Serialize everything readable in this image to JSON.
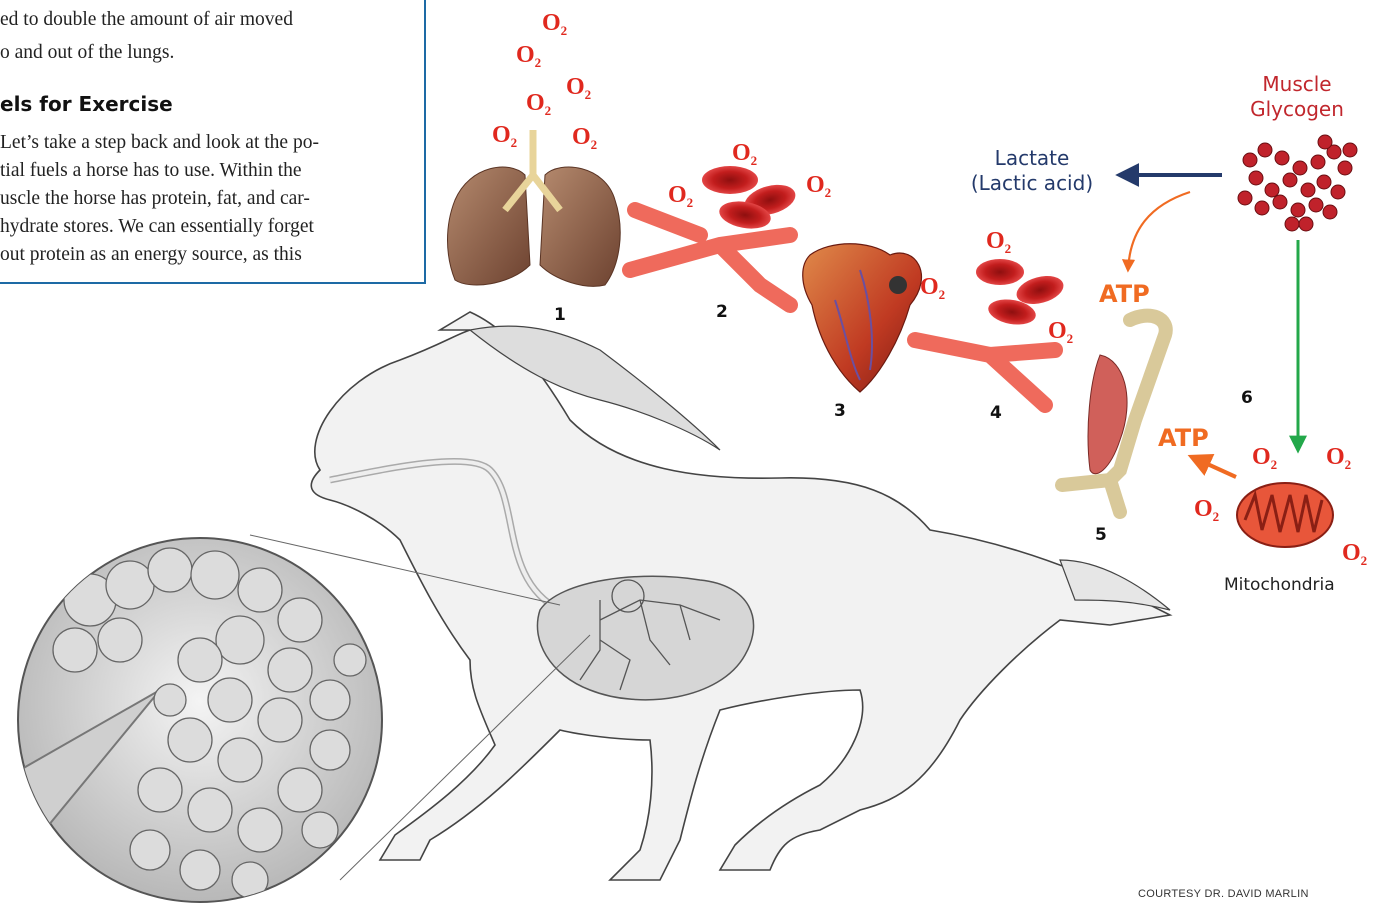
{
  "article": {
    "lines": [
      "ed to double the amount of air moved",
      "o and out of the lungs."
    ],
    "heading": "els for Exercise",
    "body": [
      "Let’s take a step back and look at the po-",
      "tial fuels a horse has to use. Within the",
      "uscle the horse has protein, fat, and car-",
      "hydrate stores. We can essentially forget",
      "out protein as an energy source, as this"
    ]
  },
  "diagram": {
    "step_labels": [
      "1",
      "2",
      "3",
      "4",
      "5",
      "6"
    ],
    "oxygen_label": "O",
    "oxygen_subscript": "2",
    "lactate": [
      "Lactate",
      "(Lactic acid)"
    ],
    "glycogen": [
      "Muscle",
      "Glycogen"
    ],
    "atp": "ATP",
    "mitochondria": "Mitochondria",
    "credit": "COURTESY DR. DAVID MARLIN"
  },
  "colors": {
    "box_border": "#1d6aa5",
    "oxygen": "#e0281e",
    "atp_arrow": "#f06b22",
    "lactate_arrow": "#243a6b",
    "mito_arrow": "#23a84a"
  }
}
